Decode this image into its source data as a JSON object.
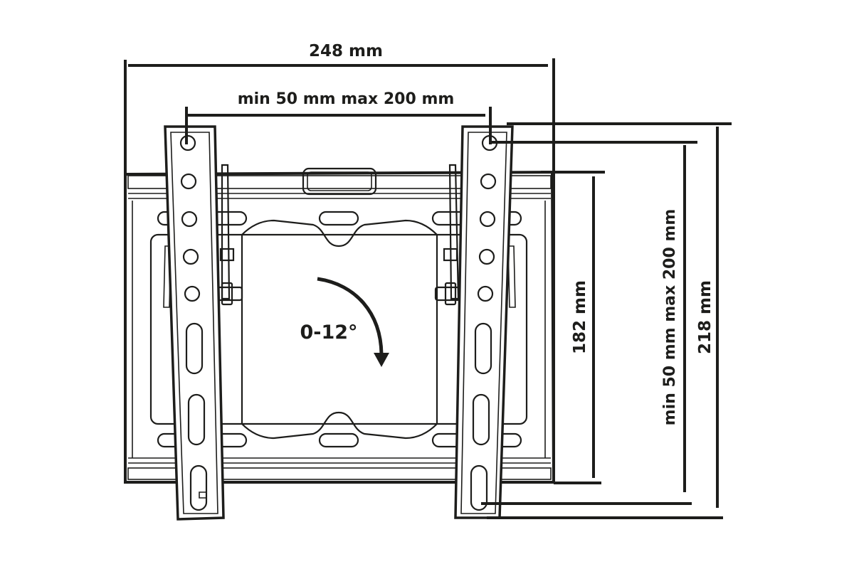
{
  "dimensions": {
    "overall_width": "248 mm",
    "hole_spacing_horizontal": "min 50 mm max 200 mm",
    "plate_height": "182 mm",
    "hole_spacing_vertical": "min 50 mm max 200 mm",
    "overall_height": "218 mm"
  },
  "tilt": {
    "range_label": "0-12°"
  },
  "colors": {
    "line": "#1d1d1b",
    "background": "#ffffff"
  }
}
